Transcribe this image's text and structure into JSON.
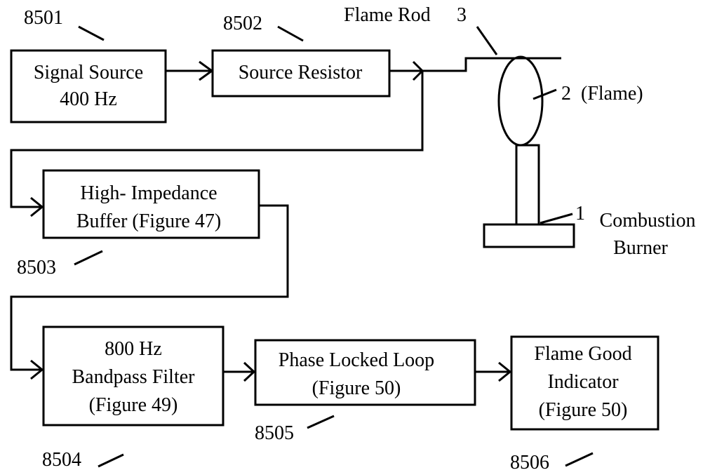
{
  "ref_numbers": {
    "signal_source": "8501",
    "source_resistor": "8502",
    "buffer": "8503",
    "bandpass_filter": "8504",
    "pll": "8505",
    "indicator": "8506"
  },
  "blocks": {
    "signal_source": [
      "Signal Source",
      "400 Hz"
    ],
    "source_resistor": [
      "Source Resistor"
    ],
    "buffer": [
      "High- Impedance",
      "Buffer (Figure 47)"
    ],
    "bandpass_filter": [
      "800 Hz",
      "Bandpass Filter",
      "(Figure 49)"
    ],
    "pll": [
      "Phase Locked Loop",
      "(Figure 50)"
    ],
    "indicator": [
      "Flame Good",
      "Indicator",
      "(Figure 50)"
    ]
  },
  "flame_rod_label": "Flame Rod",
  "flame_rod_number": "3",
  "flame_number": "2",
  "flame_label": "(Flame)",
  "burner_number": "1",
  "burner_label": [
    "Combustion",
    "Burner"
  ]
}
